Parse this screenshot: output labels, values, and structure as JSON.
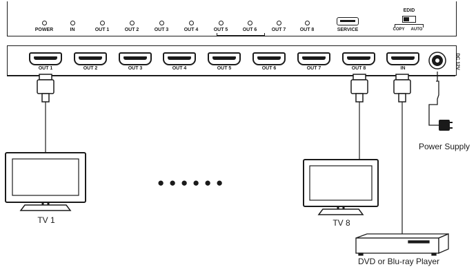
{
  "front_panel": {
    "indicators": [
      "POWER",
      "IN",
      "OUT 1",
      "OUT 2",
      "OUT 3",
      "OUT 4",
      "OUT 5",
      "OUT 6",
      "OUT 7",
      "OUT 8"
    ],
    "service_label": "SERVICE",
    "edid": {
      "title": "EDID",
      "left": "COPY",
      "right": "AUTO"
    }
  },
  "rear_panel": {
    "outputs": [
      "OUT 1",
      "OUT 2",
      "OUT 3",
      "OUT 4",
      "OUT 5",
      "OUT 6",
      "OUT 7",
      "OUT 8"
    ],
    "input": "IN",
    "dc": "DC 12V"
  },
  "labels": {
    "tv1": "TV 1",
    "tv8": "TV 8",
    "power_supply": "Power Supply",
    "source": "DVD or Blu-ray Player"
  },
  "ellipsis": "● ● ● ● ● ●"
}
